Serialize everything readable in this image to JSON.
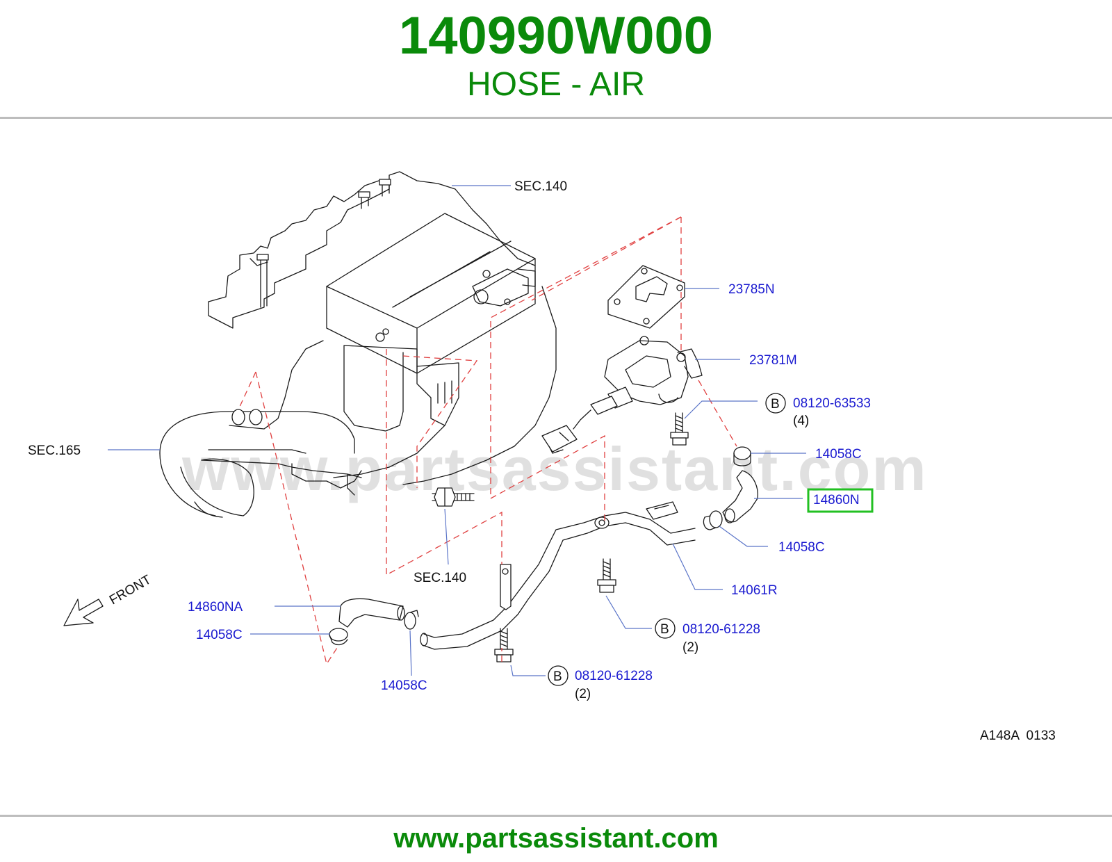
{
  "header": {
    "part_number": "140990W000",
    "description": "HOSE - AIR"
  },
  "watermark": "www.partsassistant.com",
  "footer": {
    "url": "www.partsassistant.com"
  },
  "diagram": {
    "ref_code": "A148A  0133",
    "front_label": "FRONT",
    "callouts": {
      "sec140_top": "SEC.140",
      "sec165": "SEC.165",
      "sec140_bottom": "SEC.140",
      "p23785N": "23785N",
      "p23781M": "23781M",
      "p08120_63533": "08120-63533",
      "q4": "(4)",
      "p14058C_a": "14058C",
      "p14860N": "14860N",
      "p14058C_b": "14058C",
      "p14061R": "14061R",
      "p14860NA": "14860NA",
      "p14058C_c": "14058C",
      "p14058C_d": "14058C",
      "p08120_61228_a": "08120-61228",
      "q2_a": "(2)",
      "p08120_61228_b": "08120-61228",
      "q2_b": "(2)",
      "bolt_letter_1": "B",
      "bolt_letter_2": "B",
      "bolt_letter_3": "B"
    }
  },
  "colors": {
    "brand_green": "#0a8a0a",
    "label_blue": "#1a1ad0",
    "highlight_green": "#22c022",
    "dashed_red": "#e04040"
  }
}
